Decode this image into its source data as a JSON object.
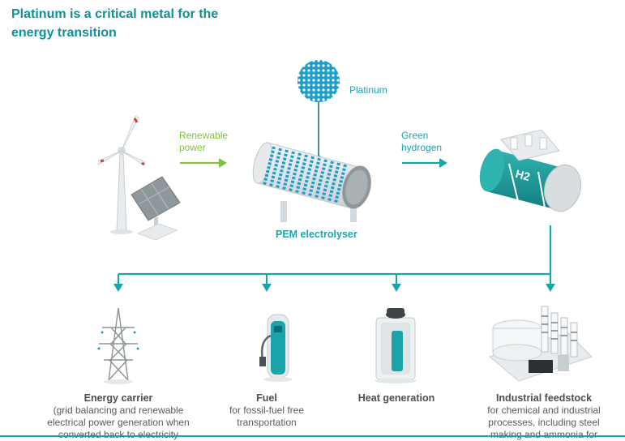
{
  "title": "Platinum is a critical metal for the energy transition",
  "labels": {
    "platinum": "Platinum",
    "renewable_power_1": "Renewable",
    "renewable_power_2": "power",
    "green_hydrogen_1": "Green",
    "green_hydrogen_2": "hydrogen",
    "pem": "PEM electrolyser",
    "h2": "H2"
  },
  "outputs": [
    {
      "title": "Energy carrier",
      "desc1": "(grid balancing and renewable",
      "desc2": "electrical power generation when",
      "desc3": "converted back to electricity"
    },
    {
      "title": "Fuel",
      "desc1": "for fossil-fuel free",
      "desc2": "transportation",
      "desc3": ""
    },
    {
      "title": "Heat generation",
      "desc1": "",
      "desc2": "",
      "desc3": ""
    },
    {
      "title": "Industrial feedstock",
      "desc1": "for chemical and industrial",
      "desc2": "processes, including steel",
      "desc3": "making and ammonia for"
    }
  ],
  "colors": {
    "teal": "#17a6ad",
    "green": "#7fc241",
    "title": "#0f8f98"
  }
}
